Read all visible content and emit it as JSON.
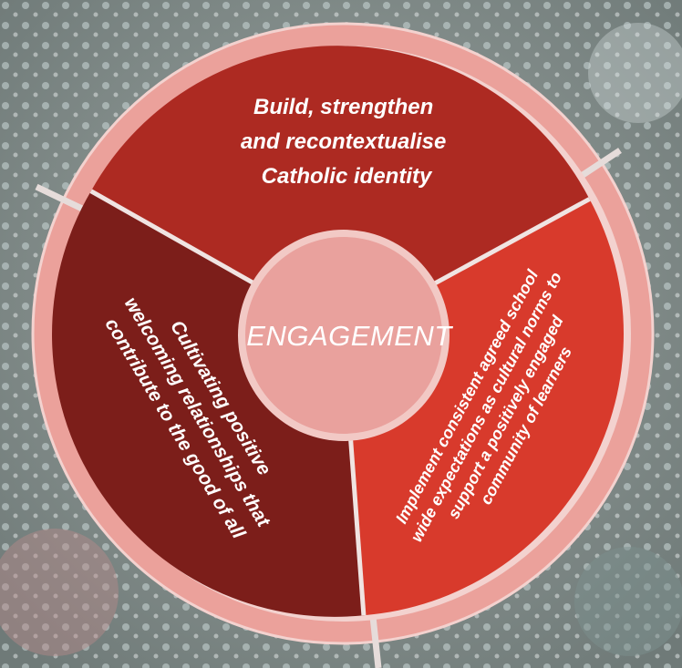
{
  "center": {
    "label": "ENGAGEMENT"
  },
  "segments": [
    {
      "id": "top",
      "color": "#ad2a22",
      "lines": [
        "Build, strengthen",
        "and recontextualise",
        "Catholic identity"
      ]
    },
    {
      "id": "right",
      "color": "#d83a2c",
      "lines": [
        "Implement consistent agreed school",
        "wide expectations as cultural norms to",
        "support a positively engaged",
        "community of learners"
      ]
    },
    {
      "id": "left",
      "color": "#7c1e1a",
      "lines": [
        "Cultivating positive",
        "welcoming relationships that",
        "contribute to the good of all"
      ]
    }
  ],
  "colors": {
    "outer_ring": "#eba19b",
    "ring_border": "#f3d2cf",
    "hub": "#e9a19d",
    "hub_border": "#f2c9c5",
    "divider": "#f0e4e2"
  }
}
